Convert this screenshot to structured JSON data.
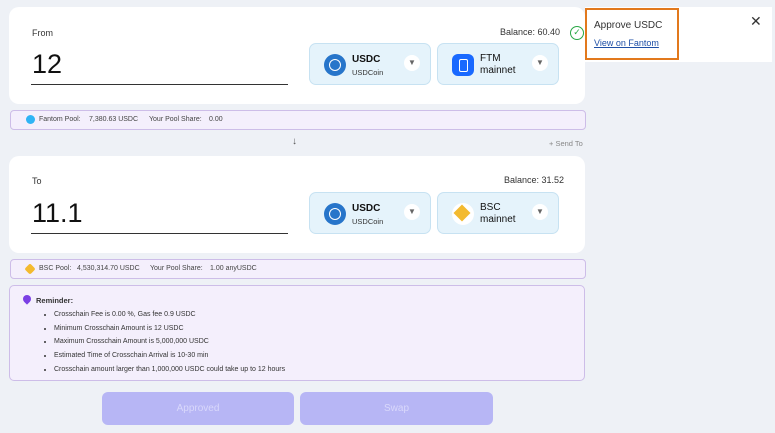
{
  "from": {
    "label": "From",
    "balance": "Balance: 60.40",
    "amount": "12",
    "token": {
      "name": "USDC",
      "sub": "USDCoin",
      "icon": "usdc-icon"
    },
    "network": {
      "name": "FTM mainnet",
      "icon": "fantom-icon"
    }
  },
  "from_pool": {
    "pool_label": "Fantom Pool:",
    "pool_value": "7,380.63 USDC",
    "share_label": "Your Pool Share:",
    "share_value": "0.00"
  },
  "swap_direction_icon": "arrow-down-icon",
  "send_to": "+ Send To",
  "to": {
    "label": "To",
    "balance": "Balance: 31.52",
    "amount": "11.1",
    "token": {
      "name": "USDC",
      "sub": "USDCoin",
      "icon": "usdc-icon"
    },
    "network": {
      "name": "BSC mainnet",
      "icon": "bsc-icon"
    }
  },
  "to_pool": {
    "pool_label": "BSC Pool:",
    "pool_value": "4,530,314.70 USDC",
    "share_label": "Your Pool Share:",
    "share_value": "1.00 anyUSDC"
  },
  "reminder": {
    "title": "Reminder:",
    "items": [
      "Crosschain Fee is 0.00 %, Gas fee 0.9 USDC",
      "Minimum Crosschain Amount is 12 USDC",
      "Maximum Crosschain Amount is 5,000,000 USDC",
      "Estimated Time of Crosschain Arrival is 10-30 min",
      "Crosschain amount larger than 1,000,000 USDC could take up to 12 hours"
    ]
  },
  "buttons": {
    "approved": "Approved",
    "swap": "Swap"
  },
  "toast": {
    "title": "Approve USDC",
    "link": "View on Fantom"
  },
  "colors": {
    "accent": "#b7b6f5",
    "highlight": "#e2791d",
    "success": "#29a745"
  }
}
